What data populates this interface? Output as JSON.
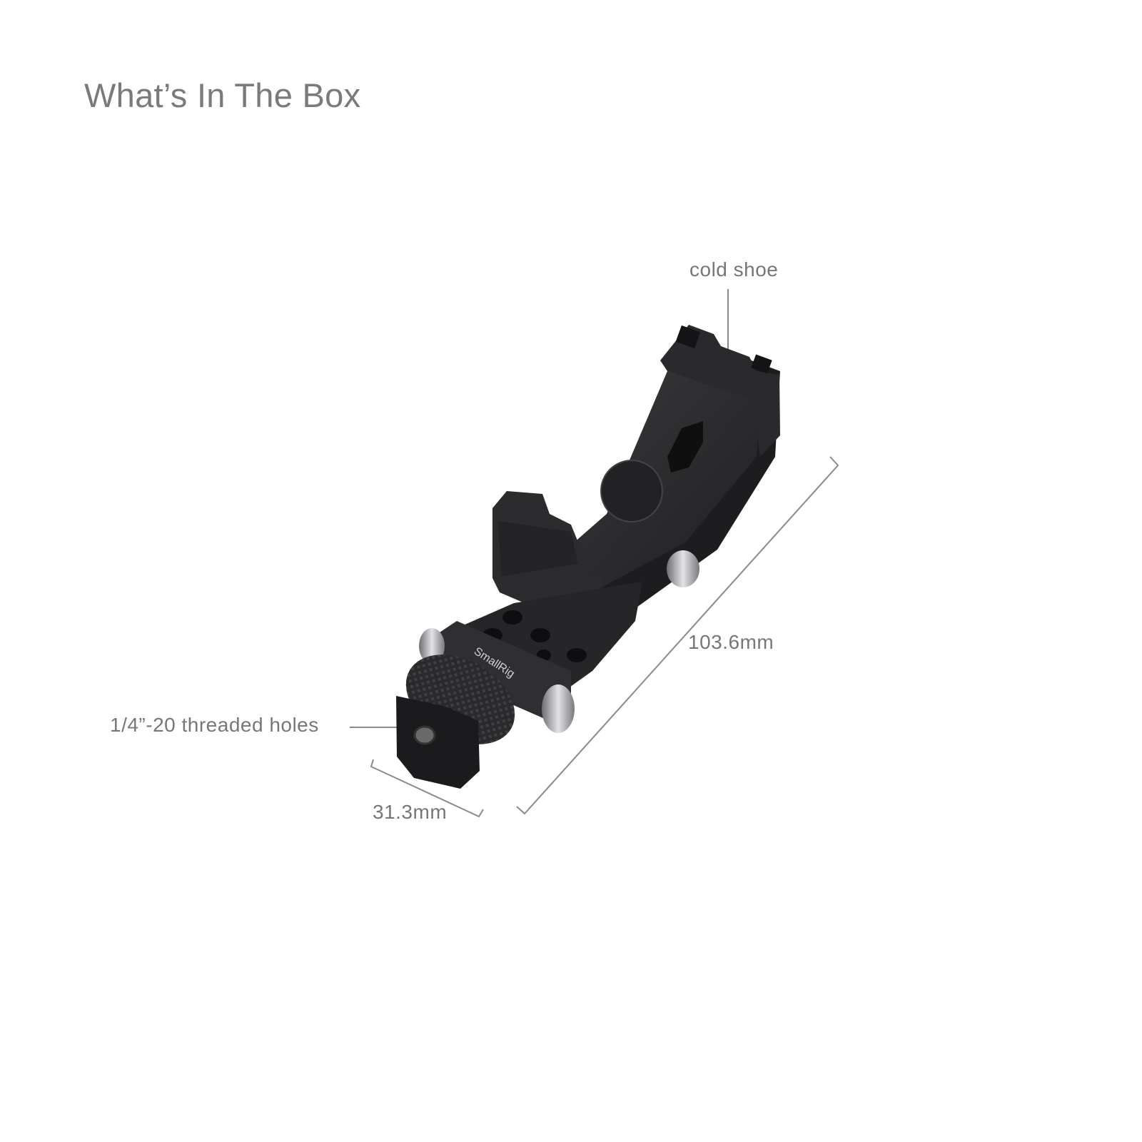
{
  "page": {
    "title": "What’s In The Box"
  },
  "callouts": {
    "cold_shoe": "cold shoe",
    "threaded_holes": "1/4”-20 threaded holes"
  },
  "dimensions": {
    "length": "103.6mm",
    "width": "31.3mm"
  },
  "product": {
    "brand_engraving": "SmallRig",
    "color": "#2b2b2d"
  }
}
